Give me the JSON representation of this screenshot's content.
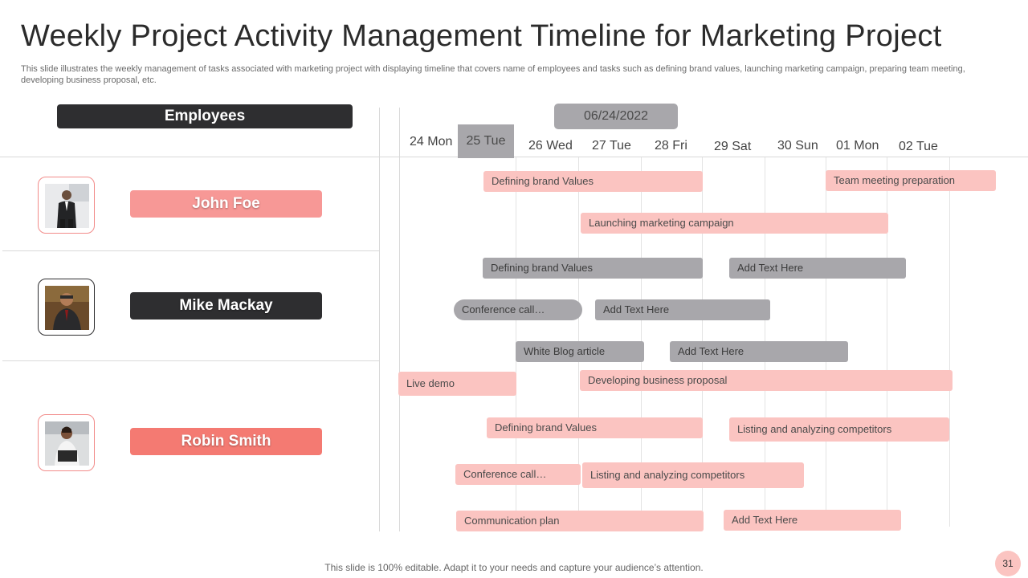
{
  "slide": {
    "title": "Weekly Project Activity Management Timeline for Marketing Project",
    "description": "This slide illustrates the weekly management of tasks associated with marketing project with displaying timeline that covers name of employees and tasks such as defining brand values, launching marketing campaign, preparing team meeting, developing business proposal, etc.",
    "footer": "This slide is 100% editable. Adapt it to your needs and capture your audience’s attention.",
    "page_number": "31"
  },
  "employees_header": "Employees",
  "date_header": "06/24/2022",
  "days": [
    {
      "label": "24 Mon",
      "active": false
    },
    {
      "label": "25 Tue",
      "active": true
    },
    {
      "label": "26 Wed",
      "active": false
    },
    {
      "label": "27 Tue",
      "active": false
    },
    {
      "label": "28 Fri",
      "active": false
    },
    {
      "label": "29 Sat",
      "active": false
    },
    {
      "label": "30 Sun",
      "active": false
    },
    {
      "label": "01 Mon",
      "active": false
    },
    {
      "label": "02 Tue",
      "active": false
    }
  ],
  "employees": [
    {
      "name": "John Foe",
      "pill_color": "#f79896",
      "frame_color": "#f28c8a",
      "avatar_icon": "man-in-suit-icon"
    },
    {
      "name": "Mike Mackay",
      "pill_color": "#2e2e30",
      "frame_color": "#2e2e30",
      "avatar_icon": "man-portrait-icon"
    },
    {
      "name": "Robin Smith",
      "pill_color": "#f47a72",
      "frame_color": "#f28c8a",
      "avatar_icon": "woman-with-laptop-icon"
    }
  ],
  "tasks": [
    {
      "label": "Defining brand Values",
      "color": "pink"
    },
    {
      "label": "Team meeting preparation",
      "color": "pink"
    },
    {
      "label": "Launching marketing campaign",
      "color": "pink"
    },
    {
      "label": "Defining brand Values",
      "color": "gray"
    },
    {
      "label": "Add Text Here",
      "color": "gray"
    },
    {
      "label": "Conference call…",
      "color": "gray"
    },
    {
      "label": "Add Text Here",
      "color": "gray"
    },
    {
      "label": "White Blog article",
      "color": "gray"
    },
    {
      "label": "Add Text Here",
      "color": "gray"
    },
    {
      "label": "Live demo",
      "color": "pink"
    },
    {
      "label": "Developing business proposal",
      "color": "pink"
    },
    {
      "label": "Defining brand Values",
      "color": "pink"
    },
    {
      "label": "Listing and analyzing competitors",
      "color": "pink"
    },
    {
      "label": "Conference call…",
      "color": "pink"
    },
    {
      "label": "Listing and analyzing competitors",
      "color": "pink"
    },
    {
      "label": "Communication plan",
      "color": "pink"
    },
    {
      "label": "Add Text Here",
      "color": "pink"
    }
  ]
}
